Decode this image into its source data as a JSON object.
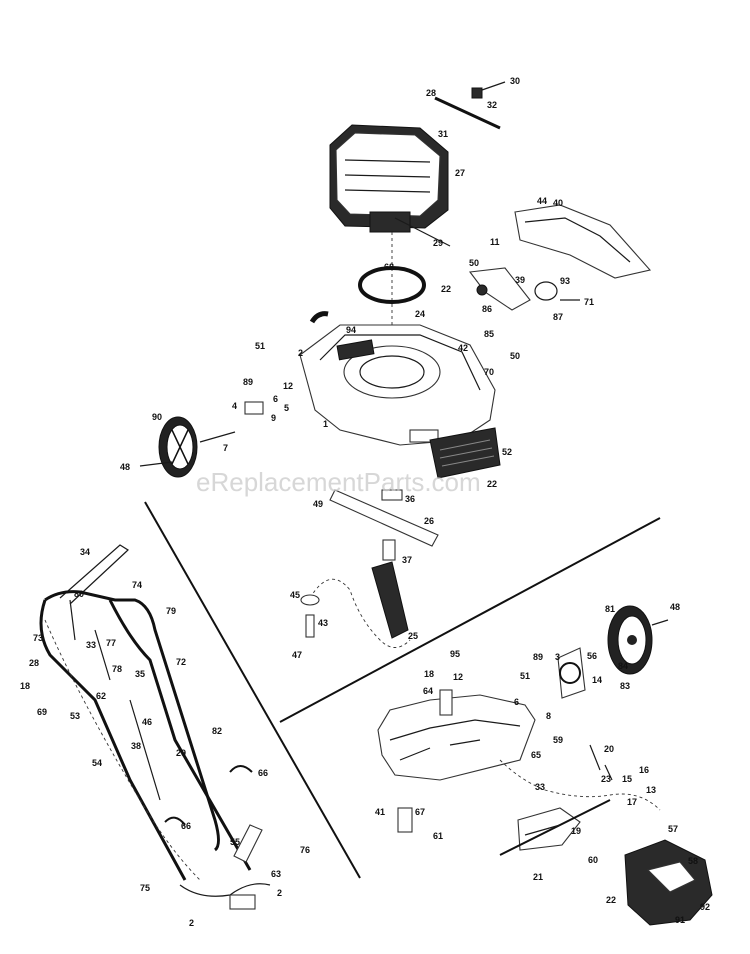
{
  "watermark": "eReplacementParts.com",
  "callouts": [
    {
      "id": "c30",
      "text": "30"
    },
    {
      "id": "c28a",
      "text": "28"
    },
    {
      "id": "c32",
      "text": "32"
    },
    {
      "id": "c31",
      "text": "31"
    },
    {
      "id": "c27",
      "text": "27"
    },
    {
      "id": "c44",
      "text": "44"
    },
    {
      "id": "c40",
      "text": "40"
    },
    {
      "id": "c29a",
      "text": "29"
    },
    {
      "id": "c11",
      "text": "11"
    },
    {
      "id": "c68",
      "text": "68"
    },
    {
      "id": "c50a",
      "text": "50"
    },
    {
      "id": "c39",
      "text": "39"
    },
    {
      "id": "c93",
      "text": "93"
    },
    {
      "id": "c22a",
      "text": "22"
    },
    {
      "id": "c86",
      "text": "86"
    },
    {
      "id": "c71",
      "text": "71"
    },
    {
      "id": "c87",
      "text": "87"
    },
    {
      "id": "c24",
      "text": "24"
    },
    {
      "id": "c94",
      "text": "94"
    },
    {
      "id": "c85",
      "text": "85"
    },
    {
      "id": "c51a",
      "text": "51"
    },
    {
      "id": "c2a",
      "text": "2"
    },
    {
      "id": "c42",
      "text": "42"
    },
    {
      "id": "c50b",
      "text": "50"
    },
    {
      "id": "c70",
      "text": "70"
    },
    {
      "id": "c89a",
      "text": "89"
    },
    {
      "id": "c12a",
      "text": "12"
    },
    {
      "id": "c4",
      "text": "4"
    },
    {
      "id": "c6a",
      "text": "6"
    },
    {
      "id": "c5",
      "text": "5"
    },
    {
      "id": "c9",
      "text": "9"
    },
    {
      "id": "c90",
      "text": "90"
    },
    {
      "id": "c1",
      "text": "1"
    },
    {
      "id": "c7",
      "text": "7"
    },
    {
      "id": "c52",
      "text": "52"
    },
    {
      "id": "c48a",
      "text": "48"
    },
    {
      "id": "c22b",
      "text": "22"
    },
    {
      "id": "c49",
      "text": "49"
    },
    {
      "id": "c26",
      "text": "26"
    },
    {
      "id": "c36",
      "text": "36"
    },
    {
      "id": "c34",
      "text": "34"
    },
    {
      "id": "c37",
      "text": "37"
    },
    {
      "id": "c74",
      "text": "74"
    },
    {
      "id": "c80",
      "text": "80"
    },
    {
      "id": "c45",
      "text": "45"
    },
    {
      "id": "c79",
      "text": "79"
    },
    {
      "id": "c43",
      "text": "43"
    },
    {
      "id": "c81",
      "text": "81"
    },
    {
      "id": "c48b",
      "text": "48"
    },
    {
      "id": "c73",
      "text": "73"
    },
    {
      "id": "c33a",
      "text": "33"
    },
    {
      "id": "c77",
      "text": "77"
    },
    {
      "id": "c78",
      "text": "78"
    },
    {
      "id": "c47",
      "text": "47"
    },
    {
      "id": "c25",
      "text": "25"
    },
    {
      "id": "c72",
      "text": "72"
    },
    {
      "id": "c28b",
      "text": "28"
    },
    {
      "id": "c35",
      "text": "35"
    },
    {
      "id": "c18a",
      "text": "18"
    },
    {
      "id": "c62",
      "text": "62"
    },
    {
      "id": "c69",
      "text": "69"
    },
    {
      "id": "c53",
      "text": "53"
    },
    {
      "id": "c46",
      "text": "46"
    },
    {
      "id": "c95",
      "text": "95"
    },
    {
      "id": "c18b",
      "text": "18"
    },
    {
      "id": "c12b",
      "text": "12"
    },
    {
      "id": "c89b",
      "text": "89"
    },
    {
      "id": "c3",
      "text": "3"
    },
    {
      "id": "c56",
      "text": "56"
    },
    {
      "id": "c84",
      "text": "84"
    },
    {
      "id": "c51b",
      "text": "51"
    },
    {
      "id": "c14",
      "text": "14"
    },
    {
      "id": "c83",
      "text": "83"
    },
    {
      "id": "c64",
      "text": "64"
    },
    {
      "id": "c82",
      "text": "82"
    },
    {
      "id": "c6b",
      "text": "6"
    },
    {
      "id": "c8",
      "text": "8"
    },
    {
      "id": "c38",
      "text": "38"
    },
    {
      "id": "c29b",
      "text": "29"
    },
    {
      "id": "c54",
      "text": "54"
    },
    {
      "id": "c59",
      "text": "59"
    },
    {
      "id": "c65",
      "text": "65"
    },
    {
      "id": "c20",
      "text": "20"
    },
    {
      "id": "c23",
      "text": "23"
    },
    {
      "id": "c16",
      "text": "16"
    },
    {
      "id": "c15",
      "text": "15"
    },
    {
      "id": "c13",
      "text": "13"
    },
    {
      "id": "c66a",
      "text": "66"
    },
    {
      "id": "c33b",
      "text": "33"
    },
    {
      "id": "c17",
      "text": "17"
    },
    {
      "id": "c66b",
      "text": "66"
    },
    {
      "id": "c19",
      "text": "19"
    },
    {
      "id": "c57",
      "text": "57"
    },
    {
      "id": "c41",
      "text": "41"
    },
    {
      "id": "c67",
      "text": "67"
    },
    {
      "id": "c61",
      "text": "61"
    },
    {
      "id": "c55",
      "text": "55"
    },
    {
      "id": "c76",
      "text": "76"
    },
    {
      "id": "c60",
      "text": "60"
    },
    {
      "id": "c58",
      "text": "58"
    },
    {
      "id": "c63",
      "text": "63"
    },
    {
      "id": "c21",
      "text": "21"
    },
    {
      "id": "c75",
      "text": "75"
    },
    {
      "id": "c2b",
      "text": "2"
    },
    {
      "id": "c22c",
      "text": "22"
    },
    {
      "id": "c92",
      "text": "92"
    },
    {
      "id": "c91",
      "text": "91"
    },
    {
      "id": "c2c",
      "text": "2"
    }
  ]
}
